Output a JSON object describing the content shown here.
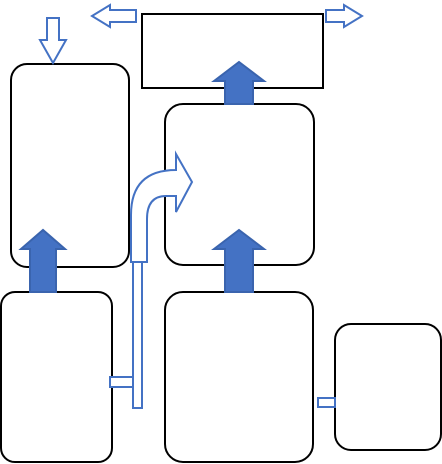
{
  "diagram": {
    "nodes": [
      {
        "id": "top-rect",
        "label": ""
      },
      {
        "id": "left-tall-box",
        "label": ""
      },
      {
        "id": "middle-box",
        "label": ""
      },
      {
        "id": "bottom-left-box",
        "label": ""
      },
      {
        "id": "bottom-middle-box",
        "label": ""
      },
      {
        "id": "right-small-box",
        "label": ""
      }
    ],
    "edges": [
      {
        "from": "bottom-left-box",
        "to": "left-tall-box",
        "style": "solid-up-arrow"
      },
      {
        "from": "bottom-middle-box",
        "to": "middle-box",
        "style": "solid-up-arrow"
      },
      {
        "from": "middle-box",
        "to": "top-rect",
        "style": "solid-up-arrow"
      },
      {
        "from": "bottom-left-box",
        "to": "middle-box",
        "style": "outline-bent-arrow"
      },
      {
        "from": "right-small-box",
        "to": "bottom-middle-box",
        "style": "outline-connector"
      }
    ],
    "colors": {
      "accent": "#4472C4",
      "border": "#000000",
      "background": "#ffffff"
    }
  }
}
